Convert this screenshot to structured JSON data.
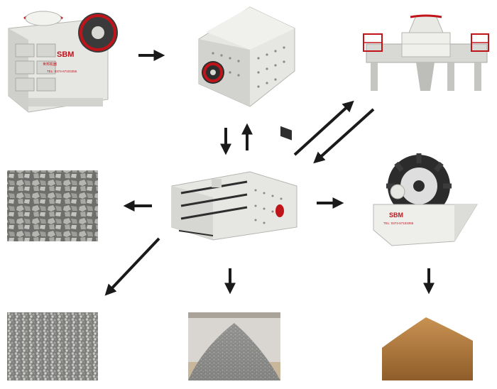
{
  "brand": {
    "logo_text": "SBM",
    "logo_subtext": "世邦机器",
    "phone": "TEL: 0374-67103355",
    "washer_phone": "TEL: 0374-67103355"
  },
  "colors": {
    "machine_body": "#e9e9e6",
    "machine_shadow": "#b9bab6",
    "accent_red": "#c0141b",
    "arrow": "#1a1a1a",
    "sand": "#b07a3e",
    "gravel": "#8e8e8c"
  },
  "nodes": [
    {
      "id": "jaw-crusher",
      "icon": "jaw-crusher-icon"
    },
    {
      "id": "impact-crusher",
      "icon": "impact-crusher-icon"
    },
    {
      "id": "vsi-sand-maker",
      "icon": "vsi-crusher-icon"
    },
    {
      "id": "vibrating-screen",
      "icon": "vibrating-screen-icon"
    },
    {
      "id": "sand-washer",
      "icon": "bucket-sand-washer-icon"
    },
    {
      "id": "coarse-aggregate",
      "icon": "coarse-stones-icon"
    },
    {
      "id": "fine-gravel",
      "icon": "fine-gravel-icon"
    },
    {
      "id": "gravel-pile",
      "icon": "gravel-pile-icon"
    },
    {
      "id": "sand-pile",
      "icon": "sand-pile-icon"
    }
  ],
  "arrows": [
    {
      "from": "jaw-crusher",
      "to": "impact-crusher"
    },
    {
      "from": "impact-crusher",
      "to": "vibrating-screen"
    },
    {
      "from": "vibrating-screen",
      "to": "impact-crusher"
    },
    {
      "from": "vibrating-screen",
      "to": "vsi-sand-maker"
    },
    {
      "from": "vsi-sand-maker",
      "to": "vibrating-screen"
    },
    {
      "from": "vibrating-screen",
      "to": "coarse-aggregate"
    },
    {
      "from": "vibrating-screen",
      "to": "sand-washer"
    },
    {
      "from": "vibrating-screen",
      "to": "fine-gravel"
    },
    {
      "from": "vibrating-screen",
      "to": "gravel-pile"
    },
    {
      "from": "sand-washer",
      "to": "sand-pile"
    }
  ]
}
